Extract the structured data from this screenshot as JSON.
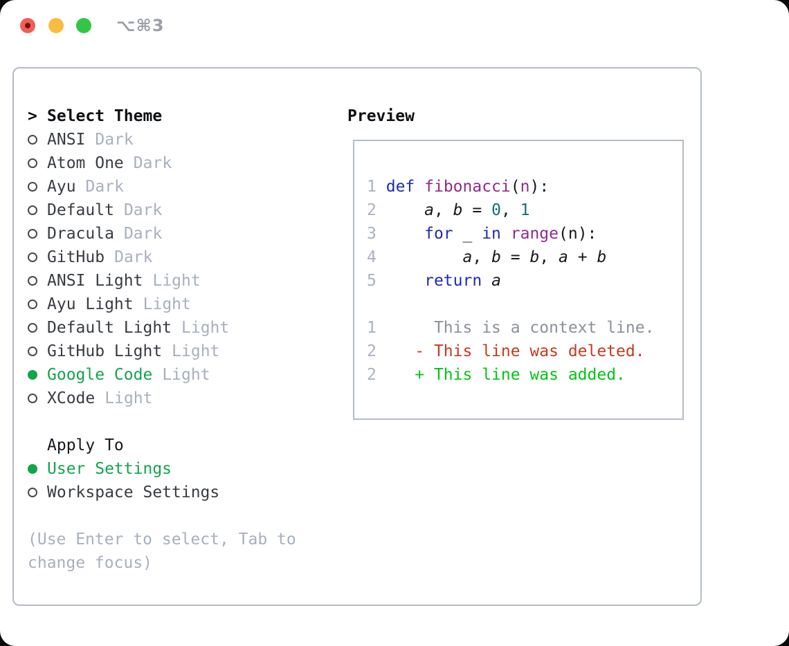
{
  "window": {
    "title": "⌥⌘3"
  },
  "theme_selector": {
    "header": {
      "marker": ">",
      "label": "Select Theme"
    },
    "items": [
      {
        "name": "ANSI",
        "variant": "Dark",
        "selected": false
      },
      {
        "name": "Atom One",
        "variant": "Dark",
        "selected": false
      },
      {
        "name": "Ayu",
        "variant": "Dark",
        "selected": false
      },
      {
        "name": "Default",
        "variant": "Dark",
        "selected": false
      },
      {
        "name": "Dracula",
        "variant": "Dark",
        "selected": false
      },
      {
        "name": "GitHub",
        "variant": "Dark",
        "selected": false
      },
      {
        "name": "ANSI Light",
        "variant": "Light",
        "selected": false
      },
      {
        "name": "Ayu Light",
        "variant": "Light",
        "selected": false
      },
      {
        "name": "Default Light",
        "variant": "Light",
        "selected": false
      },
      {
        "name": "GitHub Light",
        "variant": "Light",
        "selected": false
      },
      {
        "name": "Google Code",
        "variant": "Light",
        "selected": true
      },
      {
        "name": "XCode",
        "variant": "Light",
        "selected": false
      }
    ]
  },
  "apply_to": {
    "header": "Apply To",
    "items": [
      {
        "label": "User Settings",
        "selected": true
      },
      {
        "label": "Workspace Settings",
        "selected": false
      }
    ]
  },
  "help": {
    "line1": "(Use Enter to select, Tab to",
    "line2": "change focus)"
  },
  "preview": {
    "header": "Preview",
    "lines": [
      {
        "kind": "code",
        "num": "1",
        "tokens": [
          {
            "c": "kw",
            "t": "def"
          },
          {
            "c": "pl",
            "t": " "
          },
          {
            "c": "fn",
            "t": "fibonacci"
          },
          {
            "c": "pl",
            "t": "("
          },
          {
            "c": "fn",
            "t": "n"
          },
          {
            "c": "pl",
            "t": "):"
          }
        ]
      },
      {
        "kind": "code",
        "num": "2",
        "tokens": [
          {
            "c": "pl",
            "t": "    "
          },
          {
            "c": "var",
            "t": "a"
          },
          {
            "c": "pl",
            "t": ", "
          },
          {
            "c": "var",
            "t": "b"
          },
          {
            "c": "pl",
            "t": " = "
          },
          {
            "c": "num",
            "t": "0"
          },
          {
            "c": "pl",
            "t": ", "
          },
          {
            "c": "num",
            "t": "1"
          }
        ]
      },
      {
        "kind": "code",
        "num": "3",
        "tokens": [
          {
            "c": "pl",
            "t": "    "
          },
          {
            "c": "kw",
            "t": "for"
          },
          {
            "c": "pl",
            "t": " _ "
          },
          {
            "c": "kw",
            "t": "in"
          },
          {
            "c": "pl",
            "t": " "
          },
          {
            "c": "fn",
            "t": "range"
          },
          {
            "c": "pl",
            "t": "(n):"
          }
        ]
      },
      {
        "kind": "code",
        "num": "4",
        "tokens": [
          {
            "c": "pl",
            "t": "        "
          },
          {
            "c": "var",
            "t": "a"
          },
          {
            "c": "pl",
            "t": ", "
          },
          {
            "c": "var",
            "t": "b"
          },
          {
            "c": "pl",
            "t": " = "
          },
          {
            "c": "var",
            "t": "b"
          },
          {
            "c": "pl",
            "t": ", "
          },
          {
            "c": "var",
            "t": "a"
          },
          {
            "c": "pl",
            "t": " + "
          },
          {
            "c": "var",
            "t": "b"
          }
        ]
      },
      {
        "kind": "code",
        "num": "5",
        "tokens": [
          {
            "c": "pl",
            "t": "    "
          },
          {
            "c": "kw",
            "t": "return"
          },
          {
            "c": "pl",
            "t": " "
          },
          {
            "c": "var",
            "t": "a"
          }
        ]
      },
      {
        "kind": "blank",
        "num": "",
        "tokens": []
      },
      {
        "kind": "context",
        "num": "1",
        "tokens": [
          {
            "c": "ctx",
            "t": "     This is a context line."
          }
        ]
      },
      {
        "kind": "deleted",
        "num": "2",
        "tokens": [
          {
            "c": "del",
            "t": "   - This line was deleted."
          }
        ]
      },
      {
        "kind": "added",
        "num": "2",
        "tokens": [
          {
            "c": "add",
            "t": "   + This line was added."
          }
        ]
      }
    ]
  },
  "colors": {
    "accent_green": "#12a44b",
    "panel_border": "#b4bbc5",
    "muted_gray": "#a7b0bd",
    "line_number_gray": "#a9b2c0",
    "syntax_keyword_blue": "#1e2cb2",
    "syntax_function_purple": "#8f2b8f",
    "syntax_number_teal": "#146e73",
    "diff_context_gray": "#8b9199",
    "diff_deleted_red": "#c53a20",
    "diff_added_green": "#00c414",
    "traffic_red": "#f15e56",
    "traffic_yellow": "#f7bd40",
    "traffic_green": "#32c546"
  }
}
